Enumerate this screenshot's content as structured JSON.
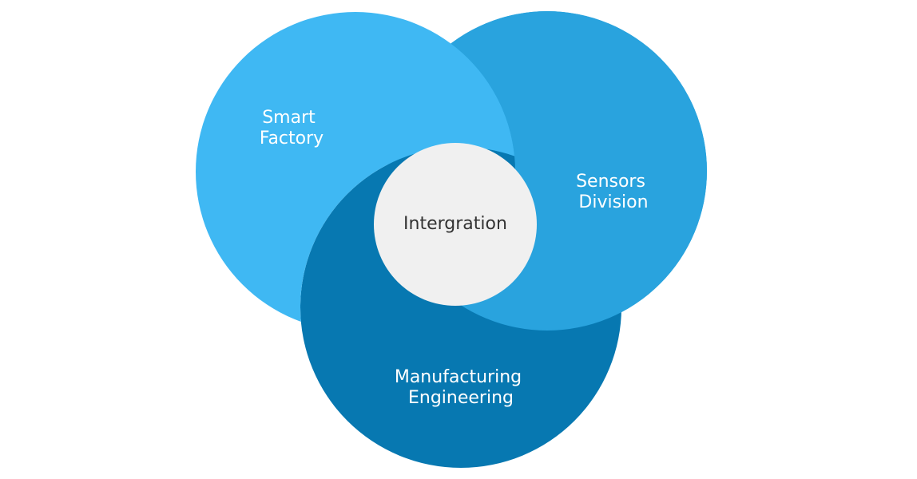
{
  "diagram": {
    "circles": {
      "smart_factory": {
        "lines": [
          "Smart",
          "Factory"
        ],
        "color": "#3fb8f3"
      },
      "sensors_division": {
        "lines": [
          "Sensors",
          "Division"
        ],
        "color": "#29a3de"
      },
      "manufacturing_engineering": {
        "lines": [
          "Manufacturing",
          "Engineering"
        ],
        "color": "#0778b1"
      },
      "center": {
        "label": "Intergration",
        "color": "#f0f0f0",
        "text_color": "#333333"
      }
    }
  }
}
